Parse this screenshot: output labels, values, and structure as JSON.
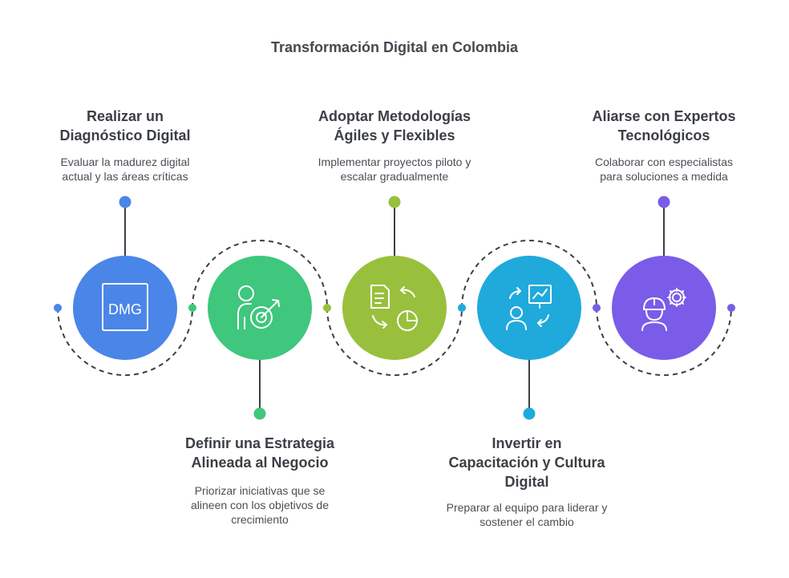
{
  "title": "Transformación Digital en Colombia",
  "colors": {
    "step1": "#4a86e8",
    "step2": "#3ec77d",
    "step3": "#98c03c",
    "step4": "#1faadb",
    "step5": "#7a5ce8",
    "dashed": "#3d3f45"
  },
  "steps": [
    {
      "title_lines": [
        "Realizar un",
        "Diagnóstico Digital"
      ],
      "desc_lines": [
        "Evaluar la madurez digital",
        "actual y las áreas críticas"
      ],
      "icon": "dmg-badge-icon",
      "icon_text": "DMG"
    },
    {
      "title_lines": [
        "Definir una Estrategia",
        "Alineada al Negocio"
      ],
      "desc_lines": [
        "Priorizar iniciativas que se",
        "alineen con los objetivos de",
        "crecimiento"
      ],
      "icon": "person-target-icon"
    },
    {
      "title_lines": [
        "Adoptar Metodologías",
        "Ágiles y Flexibles"
      ],
      "desc_lines": [
        "Implementar proyectos piloto y",
        "escalar gradualmente"
      ],
      "icon": "document-cycle-chart-icon"
    },
    {
      "title_lines": [
        "Invertir en",
        "Capacitación y Cultura",
        "Digital"
      ],
      "desc_lines": [
        "Preparar al equipo para liderar y",
        "sostener el cambio"
      ],
      "icon": "person-presentation-icon"
    },
    {
      "title_lines": [
        "Aliarse con Expertos",
        "Tecnológicos"
      ],
      "desc_lines": [
        "Colaborar con especialistas",
        "para soluciones a medida"
      ],
      "icon": "engineer-gear-icon"
    }
  ]
}
